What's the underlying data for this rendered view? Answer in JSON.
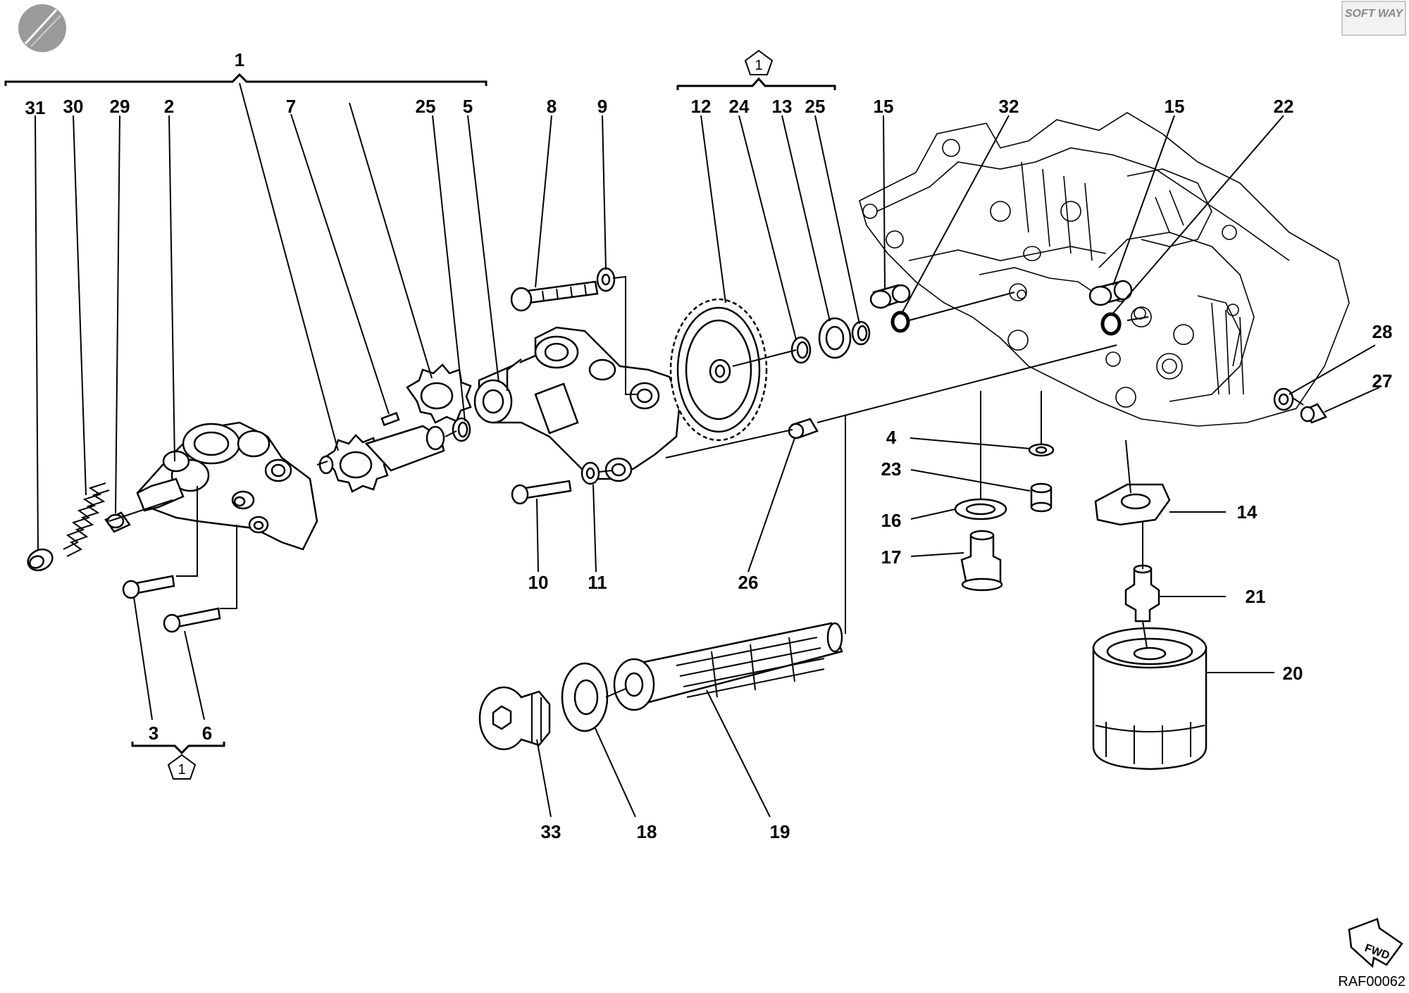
{
  "header": {
    "brand_mark": "SOFT WAY",
    "logo_icon": "circle-logo-icon"
  },
  "footer": {
    "drawing_code": "RAF00062",
    "direction_label": "FWD"
  },
  "groups": {
    "group_1": {
      "label": "1"
    },
    "kit_top": {
      "label": "1"
    },
    "kit_bottom": {
      "label": "1"
    }
  },
  "callouts": {
    "c31": "31",
    "c30": "30",
    "c29": "29",
    "c2": "2",
    "c7": "7",
    "c25a": "25",
    "c5": "5",
    "c8": "8",
    "c9": "9",
    "c12": "12",
    "c24": "24",
    "c13": "13",
    "c25b": "25",
    "c15a": "15",
    "c32": "32",
    "c15b": "15",
    "c22": "22",
    "c28": "28",
    "c27": "27",
    "c4": "4",
    "c23": "23",
    "c16": "16",
    "c17": "17",
    "c14": "14",
    "c21": "21",
    "c20": "20",
    "c10": "10",
    "c11": "11",
    "c26": "26",
    "c3": "3",
    "c6": "6",
    "c33": "33",
    "c18": "18",
    "c19": "19"
  }
}
